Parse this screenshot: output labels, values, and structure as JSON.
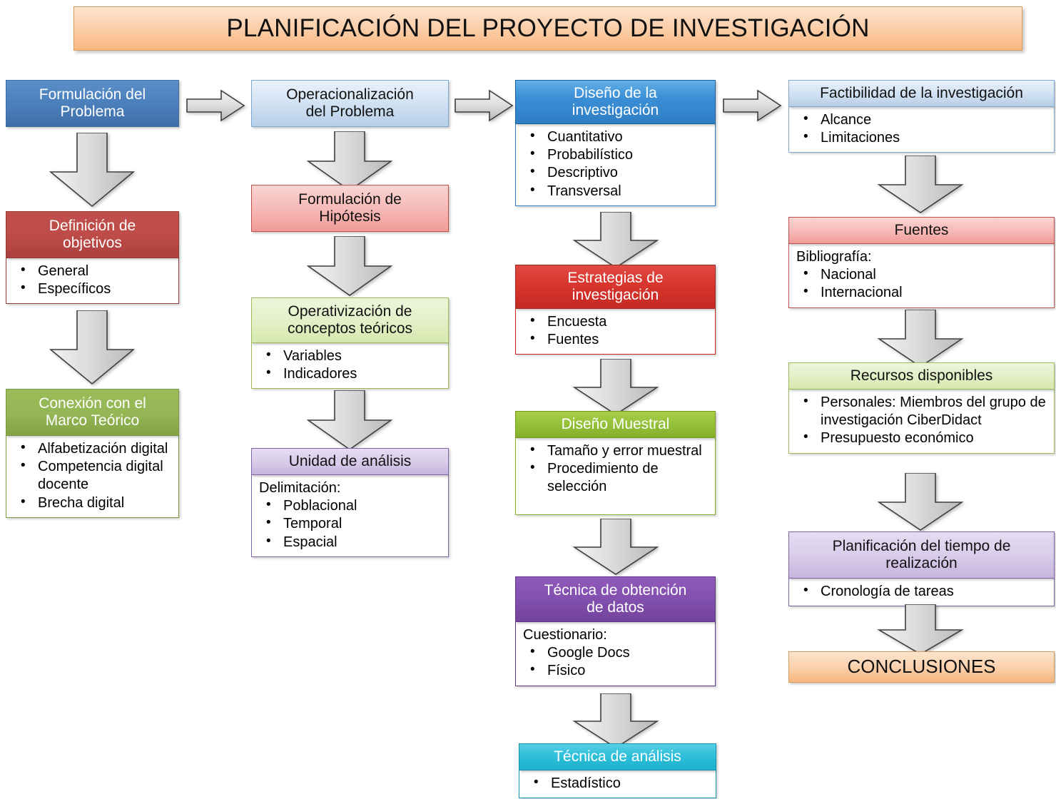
{
  "title": {
    "text": "PLANIFICACIÓN DEL PROYECTO DE INVESTIGACIÓN"
  },
  "colors": {
    "title_banner": "#f9b87e",
    "dark_blue": "#4a7ebb",
    "bright_blue": "#3b8fd6",
    "light_blue": "#d2e2f3",
    "red": "#c0504d",
    "bright_red": "#d8352d",
    "pink": "#f6b8b5",
    "green": "#9bbb59",
    "bright_green": "#95c23a",
    "light_green": "#e3efc6",
    "light_purple": "#d8cbe9",
    "purple": "#8250ae",
    "cyan": "#2fc0da",
    "orange": "#fbcfa9",
    "arrow_gray": "#d4d4d4"
  },
  "columns": [
    {
      "id": "col1",
      "nodes": [
        {
          "id": "formulacion-problema",
          "header": "Formulación del\nProblema",
          "items": []
        },
        {
          "id": "definicion-objetivos",
          "header": "Definición de\nobjetivos",
          "items": [
            "General",
            "Específicos"
          ]
        },
        {
          "id": "conexion-marco-teorico",
          "header": "Conexión con el\nMarco Teórico",
          "items": [
            "Alfabetización digital",
            "Competencia digital docente",
            "Brecha digital"
          ]
        }
      ]
    },
    {
      "id": "col2",
      "nodes": [
        {
          "id": "operacionalizacion-problema",
          "header": "Operacionalización\ndel Problema",
          "items": []
        },
        {
          "id": "formulacion-hipotesis",
          "header": "Formulación de\nHipótesis",
          "items": []
        },
        {
          "id": "operativizacion-conceptos",
          "header": "Operativización de\nconceptos teóricos",
          "items": [
            "Variables",
            "Indicadores"
          ]
        },
        {
          "id": "unidad-de-analisis",
          "header": "Unidad de análisis",
          "lead": "Delimitación:",
          "items": [
            "Poblacional",
            "Temporal",
            "Espacial"
          ]
        }
      ]
    },
    {
      "id": "col3",
      "nodes": [
        {
          "id": "diseno-investigacion",
          "header": "Diseño de la\ninvestigación",
          "items": [
            "Cuantitativo",
            "Probabilístico",
            "Descriptivo",
            "Transversal"
          ]
        },
        {
          "id": "estrategias-investigacion",
          "header": "Estrategias de\ninvestigación",
          "items": [
            "Encuesta",
            "Fuentes"
          ]
        },
        {
          "id": "diseno-muestral",
          "header": "Diseño Muestral",
          "items": [
            "Tamaño y error muestral",
            "Procedimiento de selección"
          ]
        },
        {
          "id": "tecnica-obtencion-datos",
          "header": "Técnica de obtención\nde datos",
          "lead": "Cuestionario:",
          "items": [
            "Google Docs",
            "Físico"
          ]
        },
        {
          "id": "tecnica-de-analisis",
          "header": "Técnica de análisis",
          "items": [
            "Estadístico"
          ]
        }
      ]
    },
    {
      "id": "col4",
      "nodes": [
        {
          "id": "factibilidad-investigacion",
          "header": "Factibilidad de la investigación",
          "items": [
            "Alcance",
            "Limitaciones"
          ]
        },
        {
          "id": "fuentes",
          "header": "Fuentes",
          "lead": "Bibliografía:",
          "items": [
            "Nacional",
            "Internacional"
          ]
        },
        {
          "id": "recursos-disponibles",
          "header": "Recursos disponibles",
          "items": [
            "Personales: Miembros del grupo de investigación CiberDidact",
            "Presupuesto económico"
          ]
        },
        {
          "id": "planificacion-tiempo",
          "header": "Planificación del tiempo de\nrealización",
          "items": [
            "Cronología de tareas"
          ]
        },
        {
          "id": "conclusiones",
          "header": "CONCLUSIONES",
          "items": []
        }
      ]
    }
  ],
  "connectors": {
    "horizontal": [
      {
        "id": "col1-to-col2",
        "label": "arrow-right-icon"
      },
      {
        "id": "col2-to-col3",
        "label": "arrow-right-icon"
      },
      {
        "id": "col3-to-col4",
        "label": "arrow-right-icon"
      }
    ],
    "vertical": [
      {
        "id": "formulacion-to-definicion",
        "label": "arrow-down-icon"
      },
      {
        "id": "definicion-to-conexion",
        "label": "arrow-down-icon"
      },
      {
        "id": "operacionalizacion-to-hipotesis",
        "label": "arrow-down-icon"
      },
      {
        "id": "hipotesis-to-operativizacion",
        "label": "arrow-down-icon"
      },
      {
        "id": "operativizacion-to-unidad",
        "label": "arrow-down-icon"
      },
      {
        "id": "diseno-to-estrategias",
        "label": "arrow-down-icon"
      },
      {
        "id": "estrategias-to-muestral",
        "label": "arrow-down-icon"
      },
      {
        "id": "muestral-to-tecnica-datos",
        "label": "arrow-down-icon"
      },
      {
        "id": "tecnica-datos-to-analisis",
        "label": "arrow-down-icon"
      },
      {
        "id": "factibilidad-to-fuentes",
        "label": "arrow-down-icon"
      },
      {
        "id": "fuentes-to-recursos",
        "label": "arrow-down-icon"
      },
      {
        "id": "recursos-to-planificacion",
        "label": "arrow-down-icon"
      },
      {
        "id": "planificacion-to-conclusiones",
        "label": "arrow-down-icon"
      }
    ]
  }
}
